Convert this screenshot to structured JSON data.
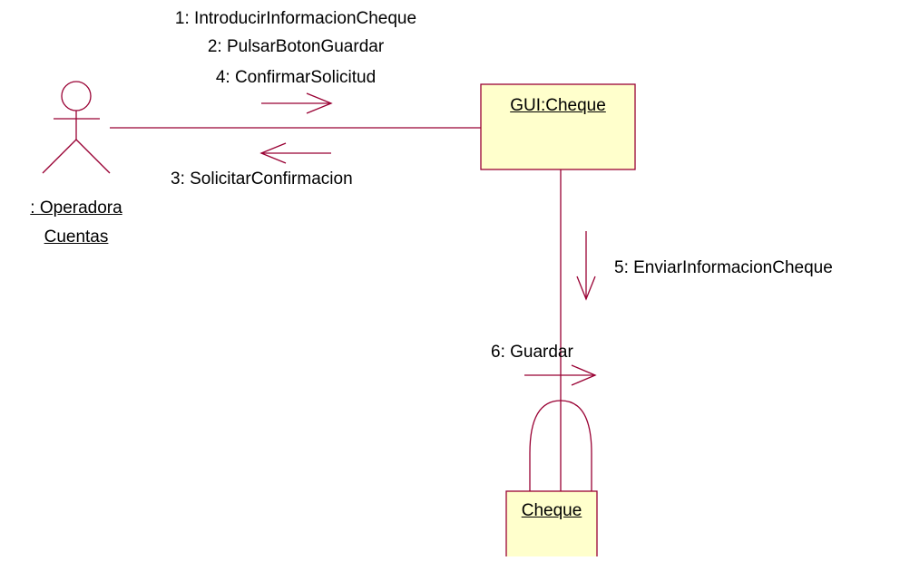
{
  "colors": {
    "stroke": "#990033",
    "object_fill": "#FFFFCC",
    "text": "#000000"
  },
  "actor": {
    "name_line1": ": Operadora",
    "name_line2": "Cuentas"
  },
  "objects": {
    "gui": "GUI:Cheque",
    "cheque": "Cheque"
  },
  "messages": {
    "m1": "1: IntroducirInformacionCheque",
    "m2": "2: PulsarBotonGuardar",
    "m4": "4: ConfirmarSolicitud",
    "m3": "3: SolicitarConfirmacion",
    "m5": "5: EnviarInformacionCheque",
    "m6": "6: Guardar"
  }
}
